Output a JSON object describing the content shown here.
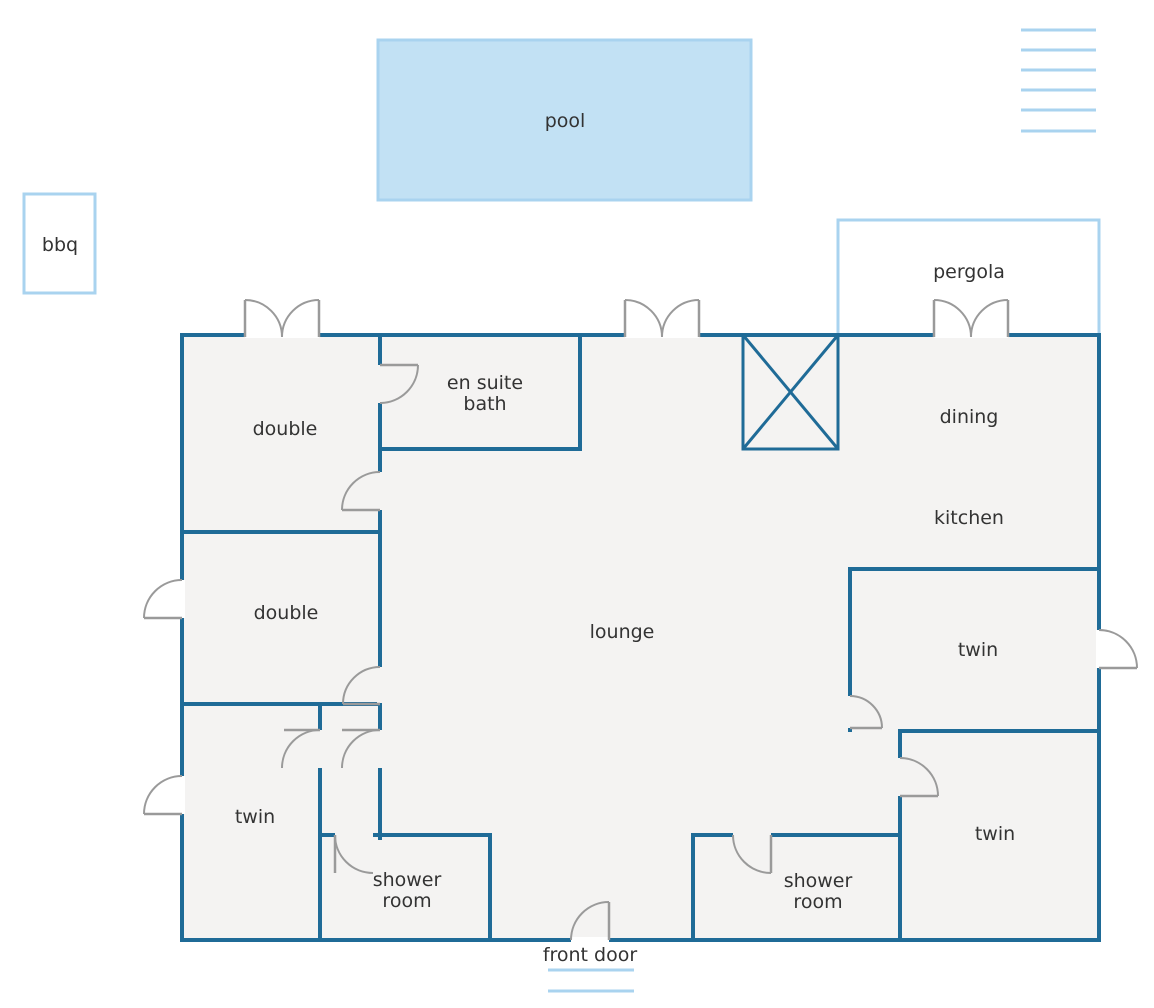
{
  "colors": {
    "wall": "#1f6b97",
    "floor": "#f4f3f2",
    "pool_fill": "#c2e1f4",
    "pool_border": "#a9d3ef",
    "outline_light": "#a9d3ef",
    "door": "#9a9a9a",
    "text": "#333333"
  },
  "labels": {
    "pool": "pool",
    "bbq": "bbq",
    "pergola": "pergola",
    "double_top": "double",
    "en_suite_line1": "en suite",
    "en_suite_line2": "bath",
    "dining": "dining",
    "kitchen": "kitchen",
    "double_middle": "double",
    "lounge": "lounge",
    "twin_right_upper": "twin",
    "twin_left": "twin",
    "twin_right_lower": "twin",
    "shower_left_line1": "shower",
    "shower_left_line2": "room",
    "shower_right_line1": "shower",
    "shower_right_line2": "room",
    "front_door": "front door"
  },
  "icons": {
    "steps": "steps-icon",
    "stairwell": "stairwell-cross-icon",
    "door": "door-swing-icon"
  }
}
